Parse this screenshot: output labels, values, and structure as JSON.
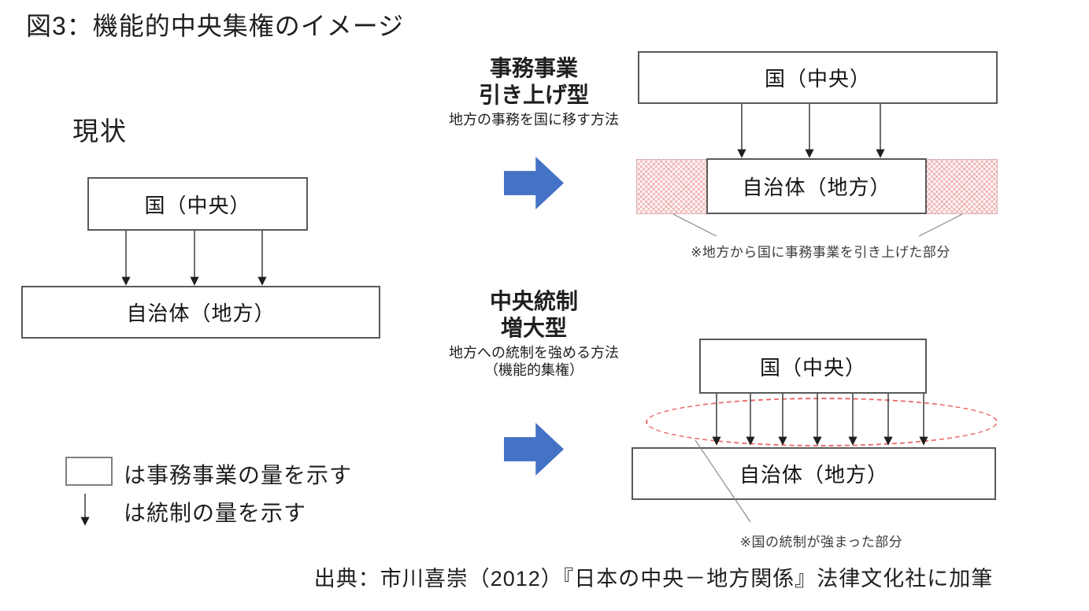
{
  "title": "図3：機能的中央集権のイメージ",
  "colors": {
    "accent_blue": "#4472C4",
    "ellipse_red": "#ee6a6a",
    "hatch_red": "#dd5c5c",
    "box_border": "#595959"
  },
  "current": {
    "heading": "現状",
    "kuni": "国（中央）",
    "jichitai": "自治体（地方）"
  },
  "transfer": {
    "title_line1": "事務事業",
    "title_line2": "引き上げ型",
    "subtitle": "地方の事務を国に移す方法",
    "kuni": "国（中央）",
    "jichitai": "自治体（地方）",
    "note": "※地方から国に事務事業を引き上げた部分"
  },
  "control": {
    "title_line1": "中央統制",
    "title_line2": "増大型",
    "subtitle_line1": "地方への統制を強める方法",
    "subtitle_line2": "（機能的集権）",
    "kuni": "国（中央）",
    "jichitai": "自治体（地方）",
    "note": "※国の統制が強まった部分"
  },
  "legend": {
    "box_meaning": "は事務事業の量を示す",
    "arrow_meaning": "は統制の量を示す"
  },
  "source": "出典：市川喜崇（2012）『日本の中央－地方関係』法律文化社に加筆"
}
